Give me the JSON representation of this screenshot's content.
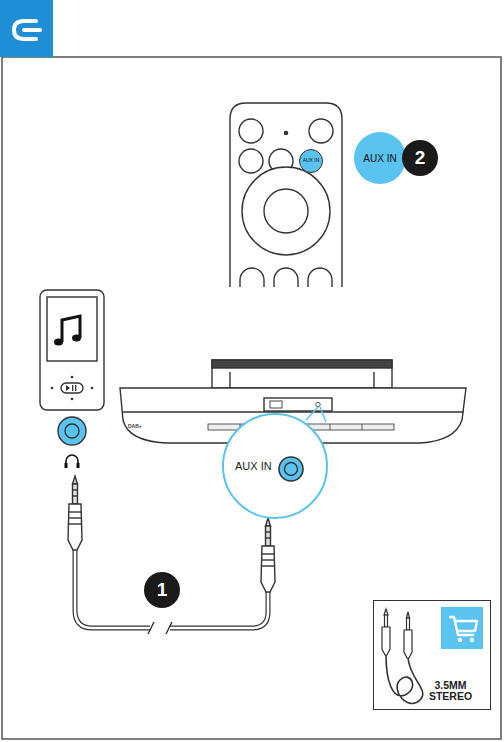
{
  "diagram": {
    "nodes": [
      {
        "text": [
          "AUX IN"
        ]
      },
      {
        "text": [
          "AUX IN"
        ]
      },
      {
        "text": [
          "2"
        ]
      },
      {
        "text": [
          "AUX IN"
        ]
      },
      {
        "text": [
          "1"
        ]
      },
      {
        "text": [
          "3.5MM STEREO"
        ]
      }
    ],
    "labels": [
      "DAB+"
    ]
  }
}
